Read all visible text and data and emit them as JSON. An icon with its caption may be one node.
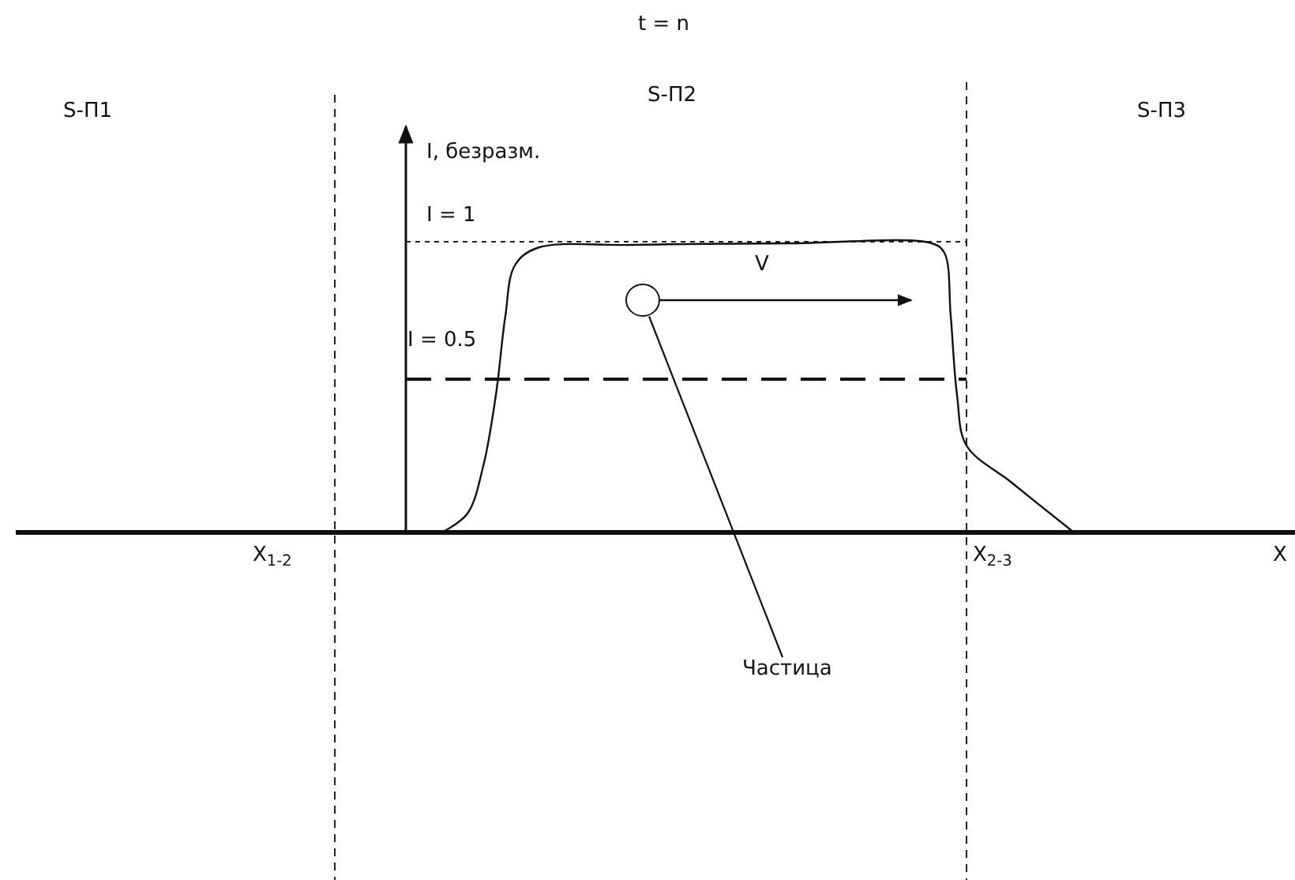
{
  "diagram": {
    "nodes": [
      {
        "text": [
          "Частица"
        ]
      },
      {
        "text": [],
        "shape": "circle"
      }
    ],
    "edges": [
      {
        "from": 0,
        "to": 1,
        "arrow": "none"
      }
    ],
    "labels": [
      "t = n",
      "S-П1",
      "S-П2",
      "S-П3",
      "I, безразм.",
      "I = 1",
      "V",
      "I = 0.5",
      "X$_{1-2}$",
      "X$_{2-3}$",
      "X"
    ]
  }
}
